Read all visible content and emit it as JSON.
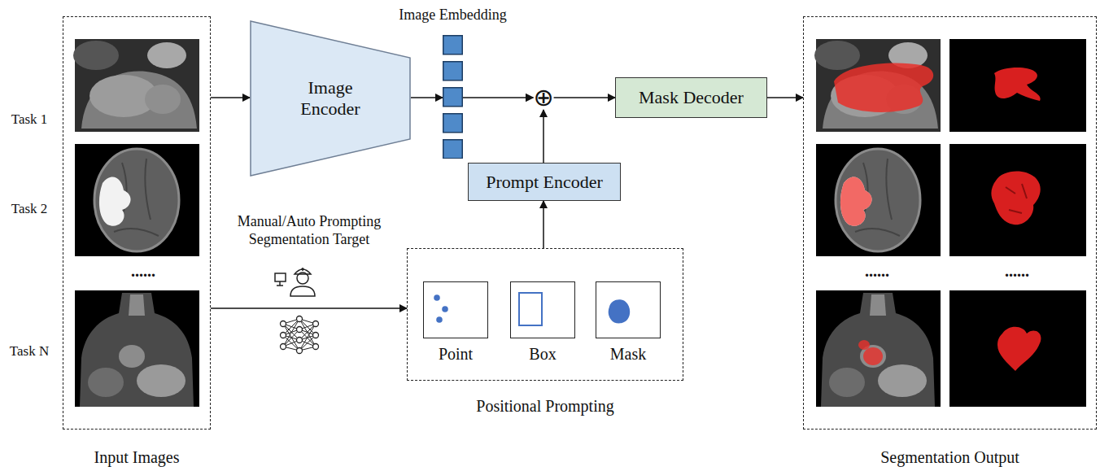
{
  "diagram": {
    "nodes": [
      {
        "text": [
          "Input Images"
        ]
      },
      {
        "text": [
          "Image Encoder"
        ]
      },
      {
        "text": [
          "Image Embedding"
        ]
      },
      {
        "text": [
          "⊕"
        ]
      },
      {
        "text": [
          "Mask Decoder"
        ]
      },
      {
        "text": [
          "Prompt Encoder"
        ]
      },
      {
        "text": [
          "Positional Prompting"
        ]
      },
      {
        "text": [
          "Point"
        ],
        "in": 6
      },
      {
        "text": [
          "Box"
        ],
        "in": 6
      },
      {
        "text": [
          "Mask"
        ],
        "in": 6
      },
      {
        "text": [
          "Segmentation Output"
        ]
      }
    ],
    "edges": [
      {
        "from": 0,
        "to": 1,
        "arrow": "to"
      },
      {
        "from": 1,
        "to": 2,
        "arrow": "to"
      },
      {
        "from": 2,
        "to": 3,
        "arrow": "to"
      },
      {
        "from": 3,
        "to": 4,
        "arrow": "to"
      },
      {
        "from": 4,
        "to": 10,
        "arrow": "to"
      },
      {
        "from": 5,
        "to": 3,
        "arrow": "to"
      },
      {
        "from": 6,
        "to": 5,
        "arrow": "to"
      },
      {
        "from": 0,
        "to": 6,
        "label": "Manual/Auto Prompting Segmentation Target",
        "arrow": "to"
      }
    ],
    "labels": [
      "Task 1",
      "Task 2",
      "Task N",
      "......",
      "......",
      "......"
    ]
  }
}
